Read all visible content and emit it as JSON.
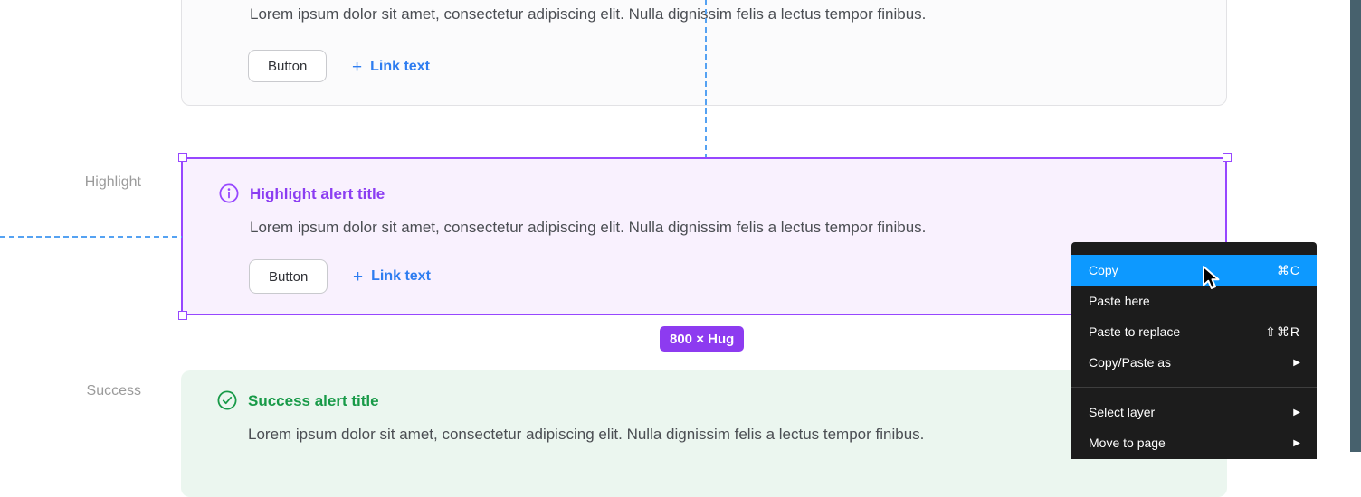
{
  "top_card": {
    "description": "Lorem ipsum dolor sit amet, consectetur adipiscing elit. Nulla dignissim felis a lectus tempor finibus.",
    "button_label": "Button",
    "plus_glyph": "+",
    "link_label": "Link text"
  },
  "side_labels": {
    "highlight": "Highlight",
    "success": "Success"
  },
  "highlight_alert": {
    "title": "Highlight alert title",
    "description": "Lorem ipsum dolor sit amet, consectetur adipiscing elit. Nulla dignissim felis a lectus tempor finibus.",
    "button_label": "Button",
    "plus_glyph": "+",
    "link_label": "Link text"
  },
  "size_badge": "800 × Hug",
  "success_alert": {
    "title": "Success alert title",
    "description": "Lorem ipsum dolor sit amet, consectetur adipiscing elit. Nulla dignissim felis a lectus tempor finibus."
  },
  "context_menu": {
    "items": [
      {
        "label": "Copy",
        "shortcut": "⌘C",
        "highlighted": true
      },
      {
        "label": "Paste here",
        "shortcut": ""
      },
      {
        "label": "Paste to replace",
        "shortcut": "⇧⌘R"
      },
      {
        "label": "Copy/Paste as",
        "submenu": true
      },
      {
        "label": "Select layer",
        "submenu": true
      },
      {
        "label": "Move to page",
        "submenu": true
      }
    ]
  },
  "icons": {
    "submenu_arrow": "▶"
  },
  "colors": {
    "selection_purple": "#9747ff",
    "highlight_title": "#8b3df2",
    "highlight_bg": "#f9f1fe",
    "success_green": "#189a48",
    "success_bg": "#ebf6ef",
    "link_blue": "#2e7df0",
    "menu_bg": "#1c1c1c",
    "menu_highlight_blue": "#0d99ff",
    "badge_purple": "#8d3bf0",
    "guide_blue": "#55a2f2",
    "side_strip": "#47616d"
  }
}
